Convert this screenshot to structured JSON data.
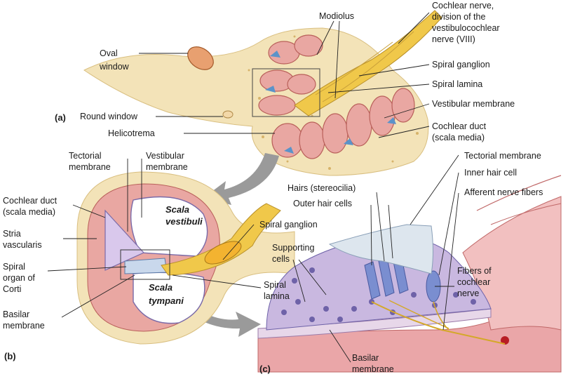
{
  "panels": {
    "a": "(a)",
    "b": "(b)",
    "c": "(c)"
  },
  "labels_a": {
    "oval_window": [
      "Oval",
      "window"
    ],
    "round_window": "Round window",
    "helicotrema": "Helicotrema",
    "modiolus": "Modiolus",
    "cochlear_nerve": [
      "Cochlear nerve,",
      "division of the",
      "vestibulocochlear",
      "nerve (VIII)"
    ],
    "spiral_ganglion": "Spiral ganglion",
    "spiral_lamina": "Spiral lamina",
    "vestibular_membrane": "Vestibular membrane",
    "cochlear_duct": [
      "Cochlear duct",
      "(scala media)"
    ]
  },
  "labels_b": {
    "tectorial_membrane": [
      "Tectorial",
      "membrane"
    ],
    "vestibular_membrane": [
      "Vestibular",
      "membrane"
    ],
    "cochlear_duct": [
      "Cochlear duct",
      "(scala media)"
    ],
    "stria_vascularis": [
      "Stria",
      "vascularis"
    ],
    "spiral_organ": [
      "Spiral",
      "organ of",
      "Corti"
    ],
    "basilar_membrane": [
      "Basilar",
      "membrane"
    ],
    "scala_vestibuli": [
      "Scala",
      "vestibuli"
    ],
    "scala_tympani": [
      "Scala",
      "tympani"
    ],
    "spiral_ganglion": "Spiral ganglion",
    "spiral_lamina": [
      "Spiral",
      "lamina"
    ]
  },
  "labels_c": {
    "tectorial_membrane": "Tectorial membrane",
    "inner_hair_cell": "Inner hair cell",
    "hairs": "Hairs (stereocilia)",
    "afferent_nerve_fibers": "Afferent nerve fibers",
    "outer_hair_cells": "Outer hair cells",
    "supporting_cells": [
      "Supporting",
      "cells"
    ],
    "fibers_cochlear_nerve": [
      "Fibers of",
      "cochlear",
      "nerve"
    ],
    "basilar_membrane": [
      "Basilar",
      "membrane"
    ]
  },
  "colors": {
    "bone": "#f3e3b8",
    "bone_dark": "#e2c98c",
    "duct_pink": "#e9a7a2",
    "duct_edge": "#b9605a",
    "organ_blue": "#5b93c9",
    "nerve_yellow": "#f0c84a",
    "cell_purple": "#c9b8e0",
    "nucleus": "#6e62a8",
    "membrane": "#dde6ee",
    "arrow_gray": "#9a9a9a",
    "basilar_pink": "#eaa6a8"
  }
}
